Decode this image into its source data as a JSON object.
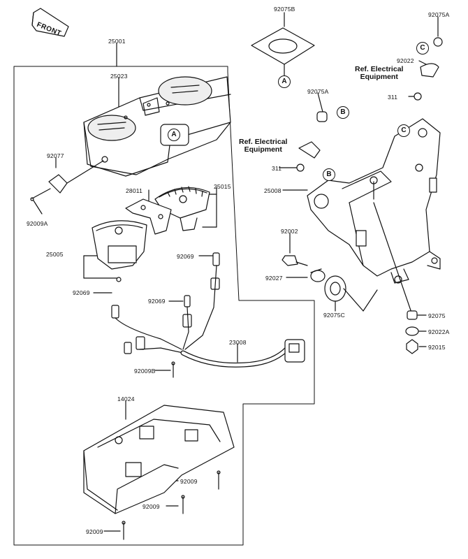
{
  "front_label": "FRONT",
  "parts": [
    {
      "id": "p25001",
      "num": "25001"
    },
    {
      "id": "p25023",
      "num": "25023"
    },
    {
      "id": "p92077",
      "num": "92077"
    },
    {
      "id": "p92009a",
      "num": "92009A"
    },
    {
      "id": "p28011",
      "num": "28011"
    },
    {
      "id": "p25015",
      "num": "25015"
    },
    {
      "id": "p25005",
      "num": "25005"
    },
    {
      "id": "p92069a",
      "num": "92069"
    },
    {
      "id": "p92069b",
      "num": "92069"
    },
    {
      "id": "p92069c",
      "num": "92069"
    },
    {
      "id": "p23008",
      "num": "23008"
    },
    {
      "id": "p92009b",
      "num": "92009B"
    },
    {
      "id": "p14024",
      "num": "14024"
    },
    {
      "id": "p92009c",
      "num": "92009"
    },
    {
      "id": "p92009d",
      "num": "92009"
    },
    {
      "id": "p92009e",
      "num": "92009"
    },
    {
      "id": "p92075b",
      "num": "92075B"
    },
    {
      "id": "p92075a1",
      "num": "92075A"
    },
    {
      "id": "p92022",
      "num": "92022"
    },
    {
      "id": "p92075a2",
      "num": "92075A"
    },
    {
      "id": "p311a",
      "num": "311"
    },
    {
      "id": "p311b",
      "num": "311"
    },
    {
      "id": "p25008",
      "num": "25008"
    },
    {
      "id": "p92002",
      "num": "92002"
    },
    {
      "id": "p92027",
      "num": "92027"
    },
    {
      "id": "p92075c",
      "num": "92075C"
    },
    {
      "id": "p92075",
      "num": "92075"
    },
    {
      "id": "p92022a",
      "num": "92022A"
    },
    {
      "id": "p92015",
      "num": "92015"
    }
  ],
  "refs": [
    {
      "id": "ref1",
      "line1": "Ref. Electrical",
      "line2": "Equipment"
    },
    {
      "id": "ref2",
      "line1": "Ref. Electrical",
      "line2": "Equipment"
    }
  ],
  "markers": [
    {
      "id": "mA1",
      "letter": "A"
    },
    {
      "id": "mA2",
      "letter": "A"
    },
    {
      "id": "mB1",
      "letter": "B"
    },
    {
      "id": "mB2",
      "letter": "B"
    },
    {
      "id": "mC1",
      "letter": "C"
    },
    {
      "id": "mC2",
      "letter": "C"
    }
  ]
}
